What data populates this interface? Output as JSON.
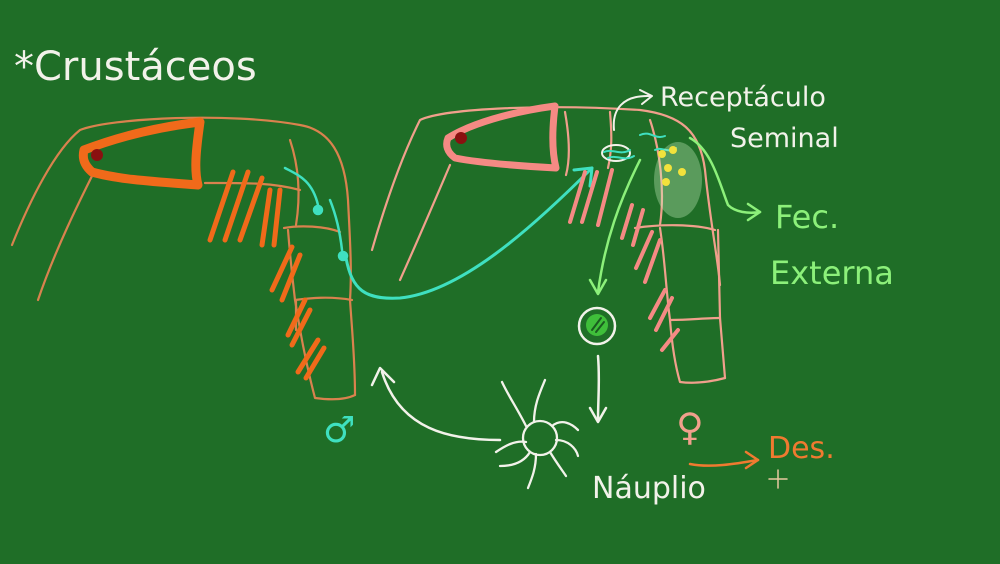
{
  "board": {
    "background": "#1f6e27",
    "title": "*Crustáceos",
    "labels": {
      "receptacle_line1": "Receptáculo",
      "receptacle_line2": "Seminal",
      "fertilization_line1": "Fec.",
      "fertilization_line2": "Externa",
      "larva": "Náuplio",
      "development": "Des.",
      "male_symbol": "♂",
      "female_symbol": "♀"
    },
    "colors": {
      "outline_male": "#d9824e",
      "outline_female": "#f0a08c",
      "male_body": "#f06a1a",
      "female_body": "#f58a84",
      "sperm": "#3fe0c0",
      "light_green": "#8cf07a",
      "white": "#f2f2ea",
      "dev_orange": "#f07a30",
      "egg_yellow": "#f2e23c"
    }
  }
}
